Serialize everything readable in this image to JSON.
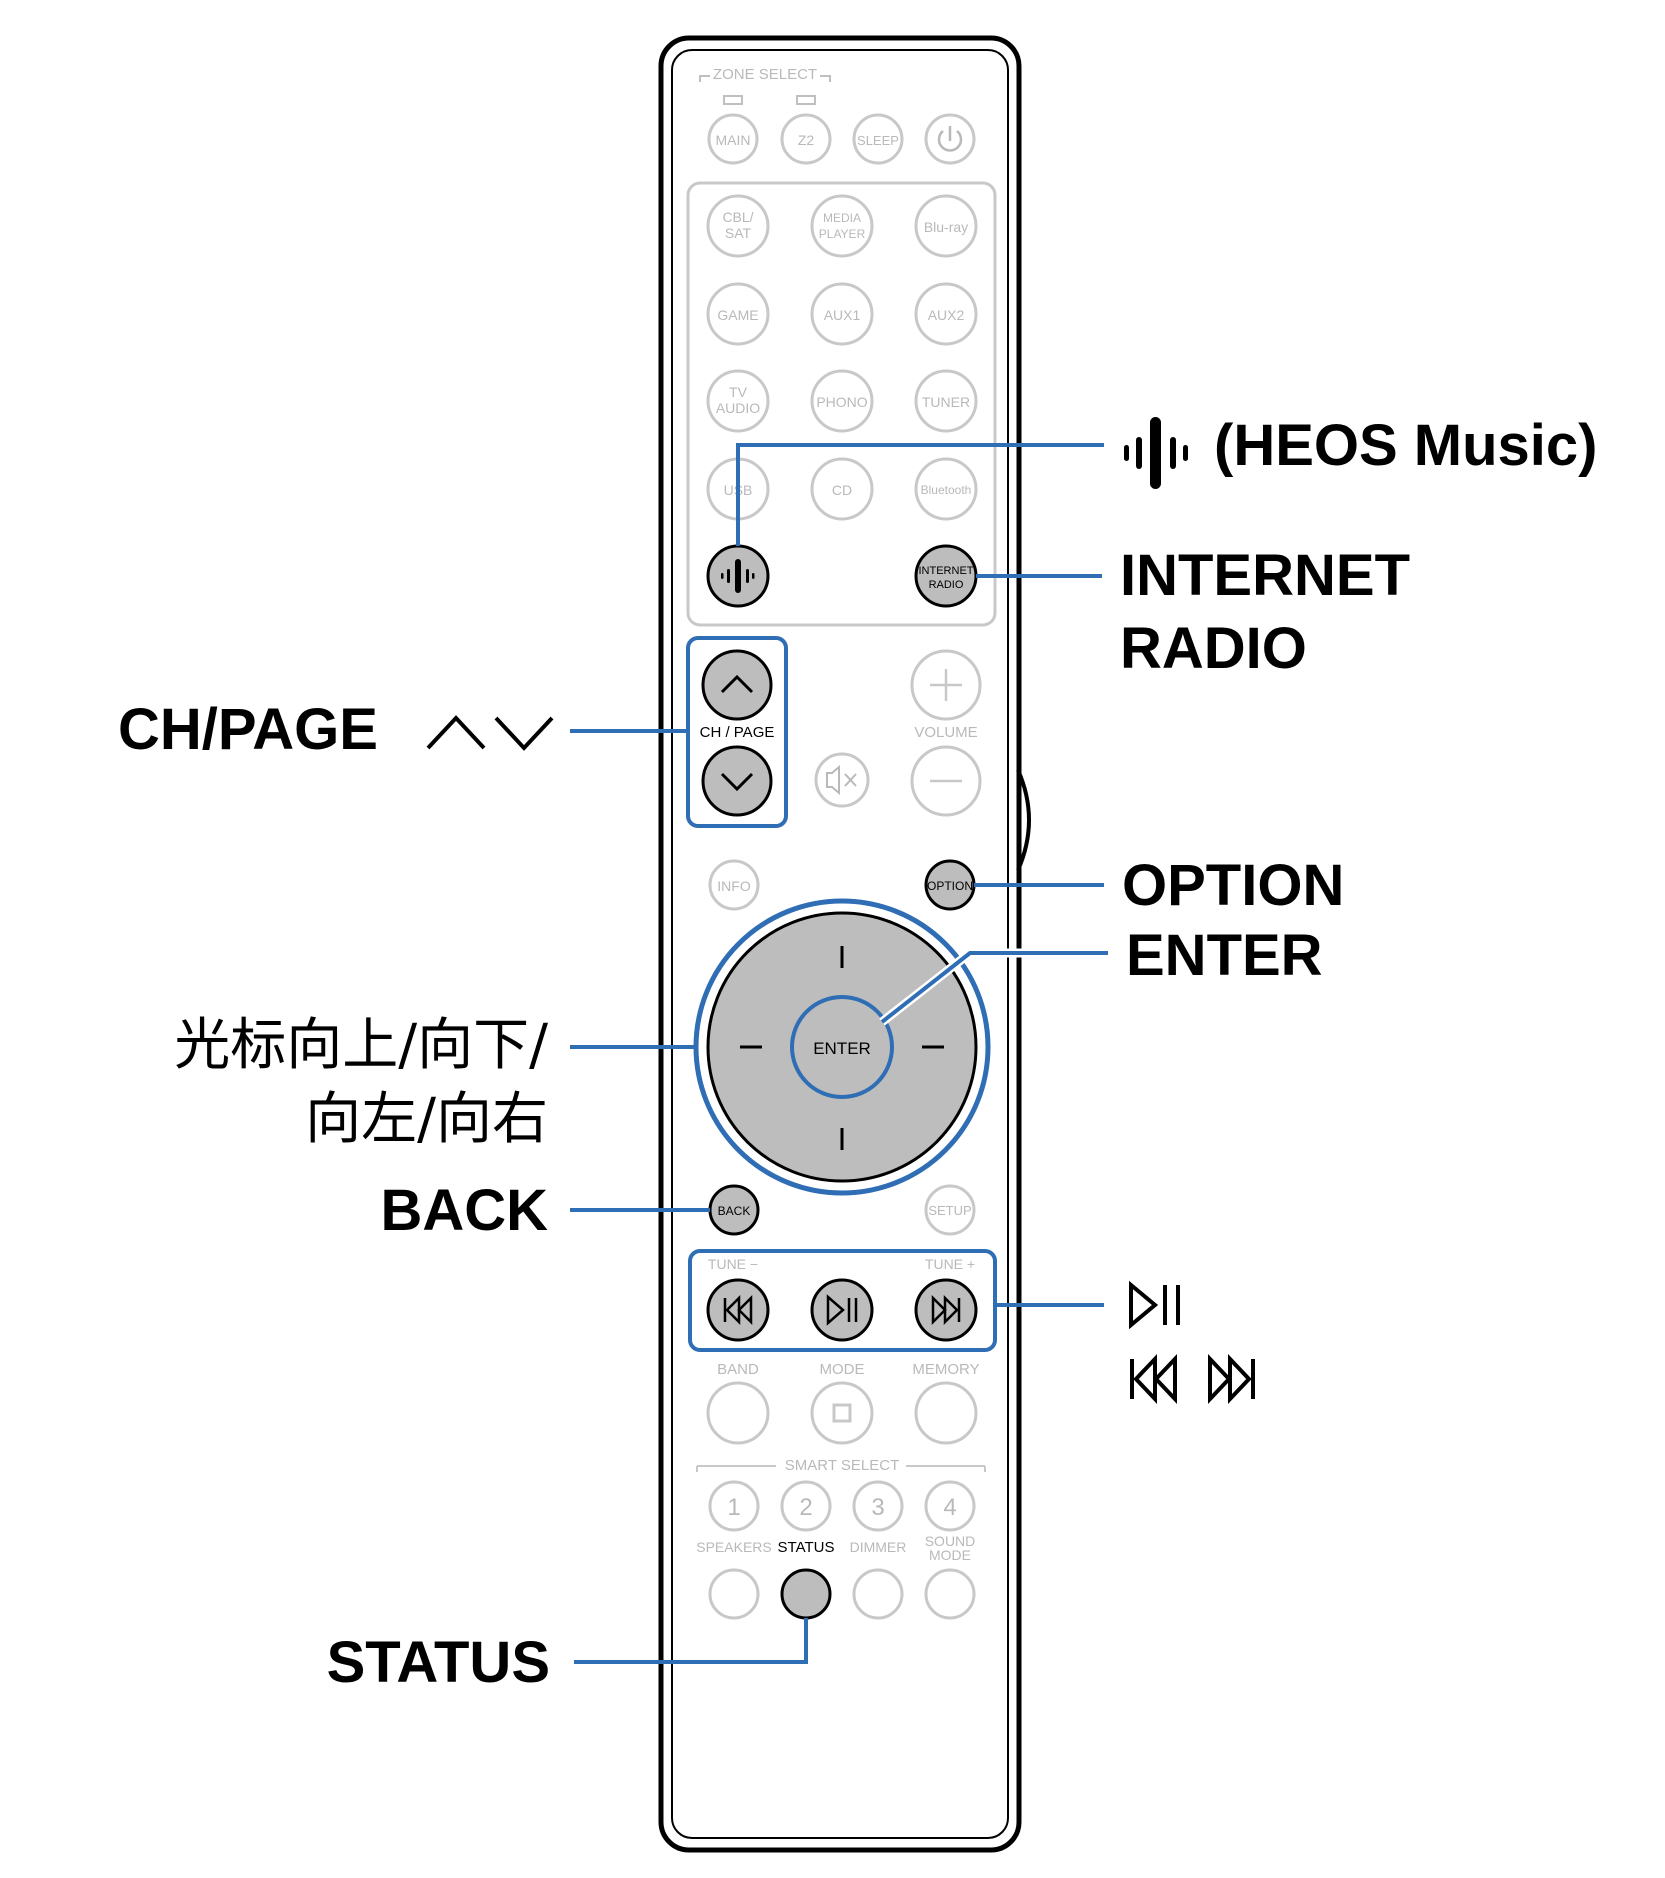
{
  "remote": {
    "zone_select": "ZONE SELECT",
    "top_buttons": [
      "MAIN",
      "Z2",
      "SLEEP"
    ],
    "power_icon": "power-icon",
    "sources": {
      "row1": [
        "CBL/",
        "SAT",
        "MEDIA",
        "PLAYER",
        "Blu-ray"
      ],
      "row2": [
        "GAME",
        "AUX1",
        "AUX2"
      ],
      "row3": [
        "TV",
        "AUDIO",
        "PHONO",
        "TUNER"
      ],
      "row4": [
        "USB",
        "CD",
        "Bluetooth"
      ],
      "internet_radio": [
        "INTERNET",
        "RADIO"
      ],
      "heos_icon": "heos-icon"
    },
    "ch_page": "CH / PAGE",
    "volume": "VOLUME",
    "mute_icon": "mute-icon",
    "info": "INFO",
    "option": "OPTION",
    "enter": "ENTER",
    "back": "BACK",
    "setup": "SETUP",
    "tune_minus": "TUNE −",
    "tune_plus": "TUNE +",
    "band": "BAND",
    "mode": "MODE",
    "memory": "MEMORY",
    "smart_select": "SMART SELECT",
    "smart_numbers": [
      "1",
      "2",
      "3",
      "4"
    ],
    "bottom_labels": [
      "SPEAKERS",
      "STATUS",
      "DIMMER",
      "SOUND",
      "MODE"
    ]
  },
  "callouts": {
    "heos_music": "(HEOS Music)",
    "internet_radio_1": "INTERNET",
    "internet_radio_2": "RADIO",
    "ch_page": "CH/PAGE",
    "option": "OPTION",
    "enter": "ENTER",
    "cursor_1": "光标向上/向下/",
    "cursor_2": "向左/向右",
    "back": "BACK",
    "status": "STATUS"
  },
  "colors": {
    "highlight_blue": "#2f6db5",
    "active_gray": "#bdbdbd",
    "faded_gray": "#c8c8c8"
  }
}
